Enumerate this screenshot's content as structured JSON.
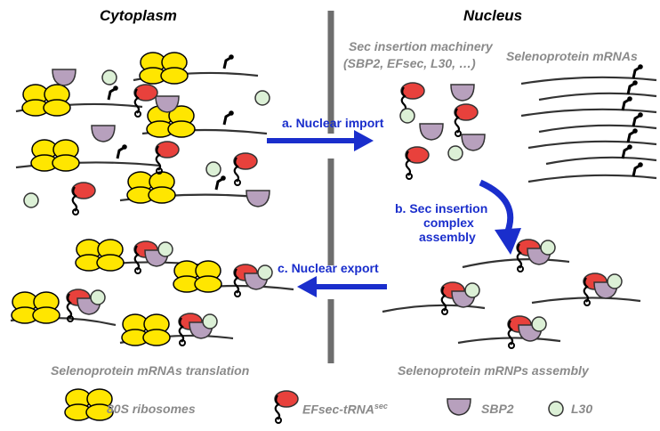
{
  "headers": {
    "cytoplasm": "Cytoplasm",
    "nucleus": "Nucleus"
  },
  "labels": {
    "sec_machinery_line1": "Sec insertion machinery",
    "sec_machinery_line2": "(SBP2, EFsec, L30, …)",
    "selenoprotein_mrnas": "Selenoprotein mRNAs",
    "translation": "Selenoprotein mRNAs translation",
    "mrnp_assembly": "Selenoprotein mRNPs assembly"
  },
  "steps": {
    "import": "a. Nuclear import",
    "assembly_line1": "b. Sec insertion",
    "assembly_line2": "complex",
    "assembly_line3": "assembly",
    "export": "c. Nuclear export"
  },
  "legend": {
    "ribosomes": "80S ribosomes",
    "efsec_main": "EFsec-tRNA",
    "efsec_sup": "sec",
    "sbp2": "SBP2",
    "l30": "L30"
  },
  "colors": {
    "ribosome": "#ffe600",
    "efsec": "#e8413c",
    "sbp2": "#b7a0bd",
    "l30": "#dcf0d6",
    "arrow": "#1a2ecc",
    "divider": "#6e6e6e",
    "mrna": "#333333"
  }
}
